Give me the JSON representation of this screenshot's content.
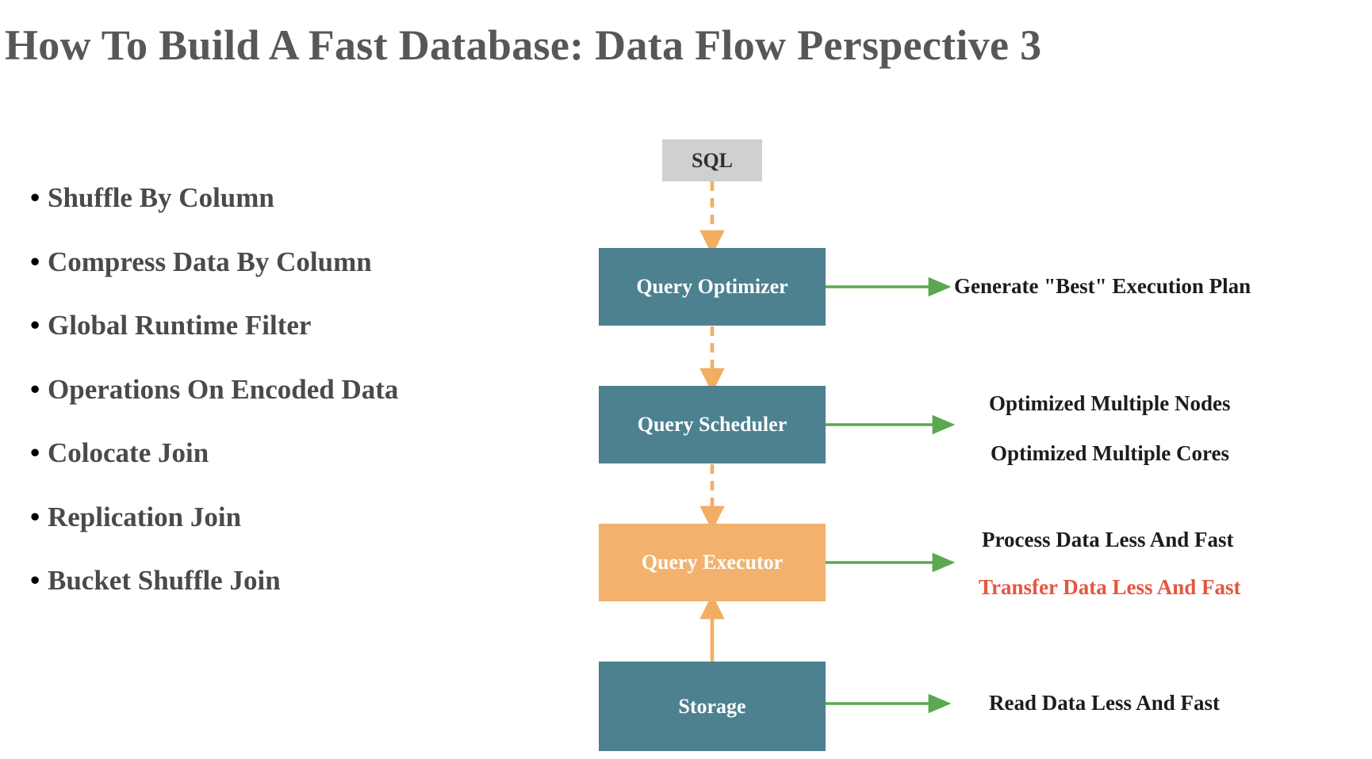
{
  "slide": {
    "title": "How To Build A Fast Database:  Data Flow Perspective 3",
    "background_color": "#ffffff",
    "title_color": "#575757"
  },
  "bullets": {
    "marker": "•",
    "items": [
      {
        "label": "Shuffle By Column"
      },
      {
        "label": "Compress Data By Column"
      },
      {
        "label": "Global Runtime Filter"
      },
      {
        "label": "Operations On Encoded Data"
      },
      {
        "label": "Colocate Join"
      },
      {
        "label": "Replication Join"
      },
      {
        "label": "Bucket Shuffle Join"
      }
    ]
  },
  "diagram": {
    "colors": {
      "teal": "#4d818f",
      "orange": "#f2b26e",
      "gray": "#d0d0d0",
      "arrow_orange": "#f3ad63",
      "arrow_green": "#5aa84f",
      "highlight_red": "#e4573f"
    },
    "nodes": [
      {
        "id": "sql",
        "label": "SQL",
        "fill": "#d0d0d0",
        "text_color": "#2f2f2f"
      },
      {
        "id": "query-optimizer",
        "label": "Query Optimizer",
        "fill": "#4d818f",
        "text_color": "#ffffff"
      },
      {
        "id": "query-scheduler",
        "label": "Query Scheduler",
        "fill": "#4d818f",
        "text_color": "#ffffff"
      },
      {
        "id": "query-executor",
        "label": "Query Executor",
        "fill": "#f2b26e",
        "text_color": "#ffffff"
      },
      {
        "id": "storage",
        "label": "Storage",
        "fill": "#4d818f",
        "text_color": "#ffffff"
      }
    ],
    "flow_edges": [
      {
        "from": "sql",
        "to": "query-optimizer",
        "style": "dashed",
        "color": "#f3ad63",
        "direction": "down"
      },
      {
        "from": "query-optimizer",
        "to": "query-scheduler",
        "style": "dashed",
        "color": "#f3ad63",
        "direction": "down"
      },
      {
        "from": "query-scheduler",
        "to": "query-executor",
        "style": "dashed",
        "color": "#f3ad63",
        "direction": "down"
      },
      {
        "from": "storage",
        "to": "query-executor",
        "style": "solid",
        "color": "#f3ad63",
        "direction": "up"
      }
    ],
    "annotations": [
      {
        "id": "optimizer",
        "source": "query-optimizer",
        "text": "Generate \"Best\" Execution Plan",
        "color": "#1c1c1c"
      },
      {
        "id": "sched-nodes",
        "source": "query-scheduler",
        "text": "Optimized Multiple Nodes",
        "color": "#1c1c1c"
      },
      {
        "id": "sched-cores",
        "source": "query-scheduler",
        "text": "Optimized Multiple Cores",
        "color": "#1c1c1c"
      },
      {
        "id": "exec-process",
        "source": "query-executor",
        "text": "Process Data Less And Fast",
        "color": "#1c1c1c"
      },
      {
        "id": "exec-transfer",
        "source": "query-executor",
        "text": "Transfer Data Less And Fast",
        "color": "#e4573f"
      },
      {
        "id": "storage",
        "source": "storage",
        "text": "Read Data Less And Fast",
        "color": "#1c1c1c"
      }
    ]
  }
}
